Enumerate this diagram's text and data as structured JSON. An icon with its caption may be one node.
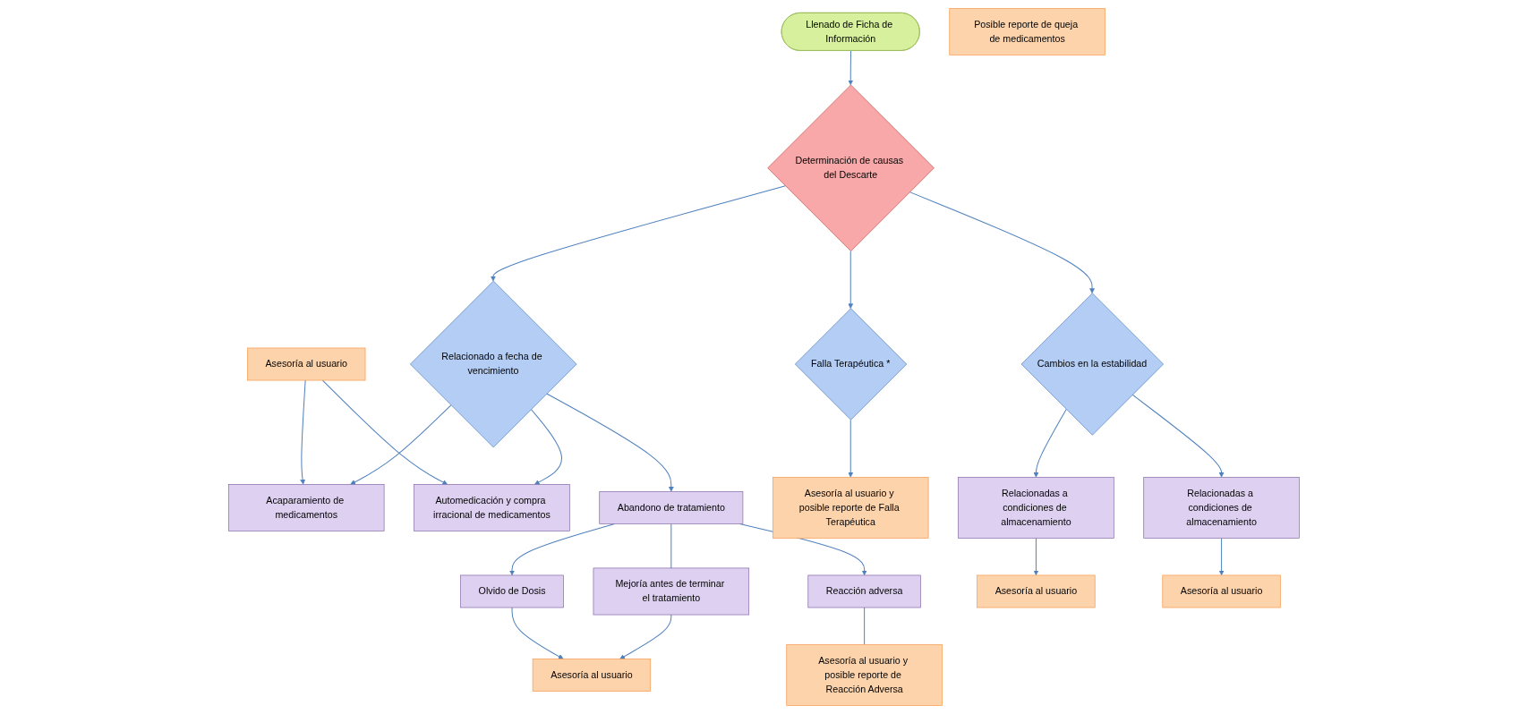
{
  "diagram": {
    "nodes": [
      {
        "text": [
          "Llenado de Ficha de Información"
        ]
      },
      {
        "text": [
          "Determinación de causas del Descarte"
        ]
      },
      {
        "text": [
          "Relacionado a fecha de vencimiento"
        ]
      },
      {
        "text": [
          "Falla Terapéutica *"
        ]
      },
      {
        "text": [
          "Cambios en la estabilidad"
        ]
      },
      {
        "text": [
          "Acaparamiento de medicamentos"
        ]
      },
      {
        "text": [
          "Automedicación y compra irracional de medicamentos"
        ]
      },
      {
        "text": [
          "Abandono de tratamiento"
        ]
      },
      {
        "text": [
          "Asesoría al usuario y posible reporte de Falla Terapéutica"
        ]
      },
      {
        "text": [
          "Relacionadas a condiciones de almacenamiento"
        ]
      },
      {
        "text": [
          "Relacionadas a condiciones de almacenamiento"
        ]
      },
      {
        "text": [
          "Asesoría al usuario"
        ]
      },
      {
        "text": [
          "Mejoría antes de terminar el tratamiento"
        ]
      },
      {
        "text": [
          "Olvido de Dosis"
        ]
      },
      {
        "text": [
          "Reacción adversa"
        ]
      },
      {
        "text": [
          "Asesoría al usuario"
        ]
      },
      {
        "text": [
          "Asesoría al usuario"
        ]
      },
      {
        "text": [
          "Asesoría al usuario"
        ]
      },
      {
        "text": [
          "Asesoría al usuario y posible reporte de Reacción Adversa"
        ]
      },
      {
        "text": [
          "Posible reporte de queja de medicamentos"
        ]
      }
    ],
    "edges": [
      {
        "from": 0,
        "to": 1,
        "arrow": "to"
      },
      {
        "from": 1,
        "to": 2,
        "arrow": "to"
      },
      {
        "from": 1,
        "to": 3,
        "arrow": "to"
      },
      {
        "from": 1,
        "to": 4,
        "arrow": "to"
      },
      {
        "from": 2,
        "to": 5,
        "arrow": "to"
      },
      {
        "from": 2,
        "to": 6,
        "arrow": "to"
      },
      {
        "from": 2,
        "to": 7,
        "arrow": "to"
      },
      {
        "from": 3,
        "to": 8,
        "arrow": "to"
      },
      {
        "from": 4,
        "to": 9,
        "arrow": "to"
      },
      {
        "from": 4,
        "to": 10,
        "arrow": "to"
      },
      {
        "from": 11,
        "to": 5,
        "arrow": "to"
      },
      {
        "from": 11,
        "to": 6,
        "arrow": "to"
      },
      {
        "from": 7,
        "to": 12,
        "arrow": "none"
      },
      {
        "from": 7,
        "to": 13,
        "arrow": "to"
      },
      {
        "from": 7,
        "to": 14,
        "arrow": "to"
      },
      {
        "from": 9,
        "to": 15,
        "arrow": "to"
      },
      {
        "from": 10,
        "to": 16,
        "arrow": "to"
      },
      {
        "from": 12,
        "to": 17,
        "arrow": "to"
      },
      {
        "from": 13,
        "to": 17,
        "arrow": "to"
      },
      {
        "from": 14,
        "to": 18,
        "arrow": "none"
      }
    ]
  }
}
